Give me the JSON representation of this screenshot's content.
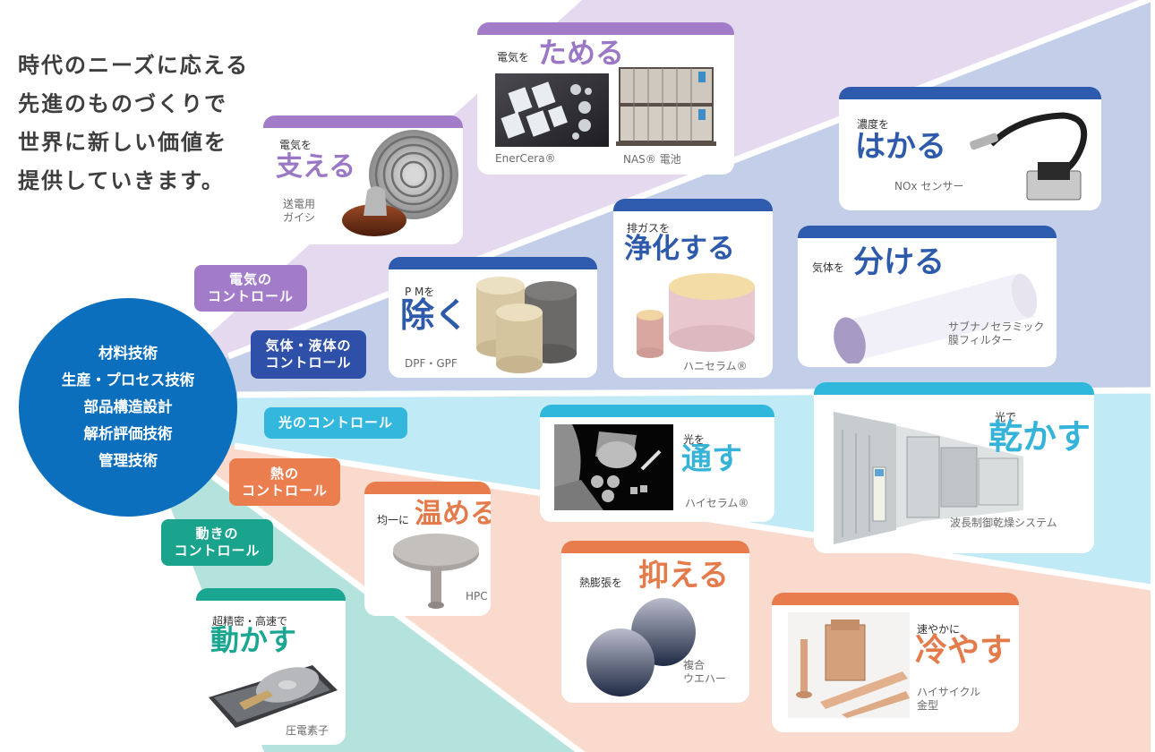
{
  "tagline": {
    "lines": [
      "時代のニーズに応える",
      "先進のものづくりで",
      "世界に新しい価値を",
      "提供していきます。"
    ]
  },
  "core": {
    "lines": [
      "材料技術",
      "生産・プロセス技術",
      "部品構造設計",
      "解析評価技術",
      "管理技術"
    ],
    "color": "#0b6fbe"
  },
  "categories": [
    {
      "id": "electric",
      "line1": "電気の",
      "line2": "コントロール",
      "color": "#a27bc9"
    },
    {
      "id": "gas-liquid",
      "line1": "気体・液体の",
      "line2": "コントロール",
      "color": "#2f50a8"
    },
    {
      "id": "light",
      "line1": "光のコントロール",
      "line2": "",
      "color": "#34b7dd"
    },
    {
      "id": "heat",
      "line1": "熱の",
      "line2": "コントロール",
      "color": "#ea7e4f"
    },
    {
      "id": "motion",
      "line1": "動きの",
      "line2": "コントロール",
      "color": "#1aa48e"
    }
  ],
  "band_colors": {
    "electric": "#e4d9ef",
    "gas-liquid": "#c3cfe8",
    "light": "#c0eaf5",
    "heat": "#f9dacd",
    "motion": "#b4e3dd"
  },
  "cards": [
    {
      "category": "electric",
      "prefix": "電気を",
      "verb": "支える",
      "product": "送電用\nガイシ",
      "color": "#9a78c6"
    },
    {
      "category": "electric",
      "prefix": "電気を",
      "verb": "ためる",
      "product": "EnerCera®",
      "product2": "NAS® 電池",
      "color": "#9a78c6"
    },
    {
      "category": "gas-liquid",
      "prefix": "濃度を",
      "verb": "はかる",
      "product": "NOx センサー",
      "color": "#2d5aaa"
    },
    {
      "category": "gas-liquid",
      "prefix": "P Mを",
      "verb": "除く",
      "product": "DPF・GPF",
      "color": "#2d5aaa"
    },
    {
      "category": "gas-liquid",
      "prefix": "排ガスを",
      "verb": "浄化する",
      "product": "ハニセラム®",
      "color": "#2d5aaa"
    },
    {
      "category": "gas-liquid",
      "prefix": "気体を",
      "verb": "分ける",
      "product": "サブナノセラミック\n膜フィルター",
      "color": "#2d5aaa"
    },
    {
      "category": "light",
      "prefix": "光を",
      "verb": "通す",
      "product": "ハイセラム®",
      "color": "#35b3d9"
    },
    {
      "category": "light",
      "prefix": "光で",
      "verb": "乾かす",
      "product": "波長制御乾燥システム",
      "color": "#35b3d9"
    },
    {
      "category": "heat",
      "prefix": "均一に",
      "verb": "温める",
      "product": "HPC",
      "color": "#e47b4b"
    },
    {
      "category": "heat",
      "prefix": "熱膨張を",
      "verb": "抑える",
      "product": "複合\nウエハー",
      "color": "#e47b4b"
    },
    {
      "category": "heat",
      "prefix": "速やかに",
      "verb": "冷やす",
      "product": "ハイサイクル\n金型",
      "color": "#e47b4b"
    },
    {
      "category": "motion",
      "prefix": "超精密・高速で",
      "verb": "動かす",
      "product": "圧電素子",
      "color": "#1aa690"
    }
  ],
  "header_colors": {
    "electric": "#a27bc9",
    "gas-liquid": "#2e5bad",
    "light": "#2fb8dc",
    "heat": "#e97c4c",
    "motion": "#1aa690"
  }
}
